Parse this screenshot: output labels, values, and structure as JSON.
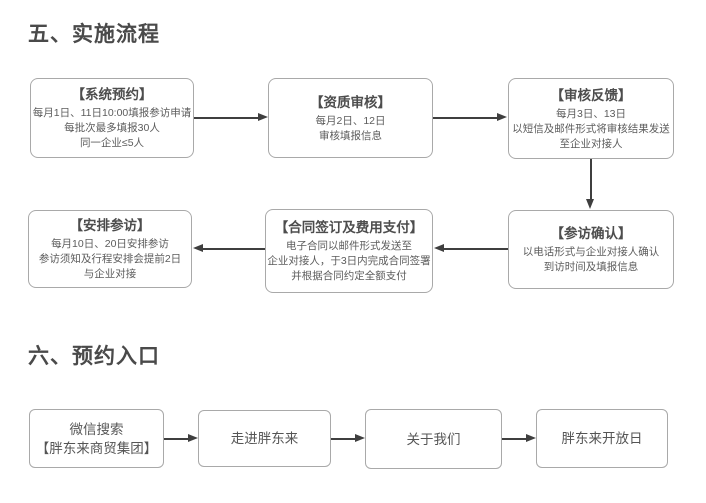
{
  "sections": {
    "implementation": {
      "title": "五、实施流程"
    },
    "entry": {
      "title": "六、预约入口"
    }
  },
  "flow1": {
    "boxes": [
      {
        "title": "【系统预约】",
        "lines": [
          "每月1日、11日10:00填报参访申请",
          "每批次最多填报30人",
          "同一企业≤5人"
        ]
      },
      {
        "title": "【资质审核】",
        "lines": [
          "每月2日、12日",
          "审核填报信息"
        ]
      },
      {
        "title": "【审核反馈】",
        "lines": [
          "每月3日、13日",
          "以短信及邮件形式将审核结果发送",
          "至企业对接人"
        ]
      },
      {
        "title": "【参访确认】",
        "lines": [
          "以电话形式与企业对接人确认",
          "到访时间及填报信息"
        ]
      },
      {
        "title": "【合同签订及费用支付】",
        "lines": [
          "电子合同以邮件形式发送至",
          "企业对接人，于3日内完成合同签署",
          "并根据合同约定全额支付"
        ]
      },
      {
        "title": "【安排参访】",
        "lines": [
          "每月10日、20日安排参访",
          "参访须知及行程安排会提前2日",
          "与企业对接"
        ]
      }
    ]
  },
  "flow2": {
    "boxes": [
      {
        "lines": [
          "微信搜索",
          "【胖东来商贸集团】"
        ]
      },
      {
        "lines": [
          "走进胖东来"
        ]
      },
      {
        "lines": [
          "关于我们"
        ]
      },
      {
        "lines": [
          "胖东来开放日"
        ]
      }
    ]
  },
  "colors": {
    "background": "#ffffff",
    "title_text": "#4a4a4a",
    "box_border": "#a9a9a9",
    "box_title_text": "#4d4d4d",
    "box_body_text": "#5c5c5c",
    "arrow": "#3f3f3f"
  }
}
